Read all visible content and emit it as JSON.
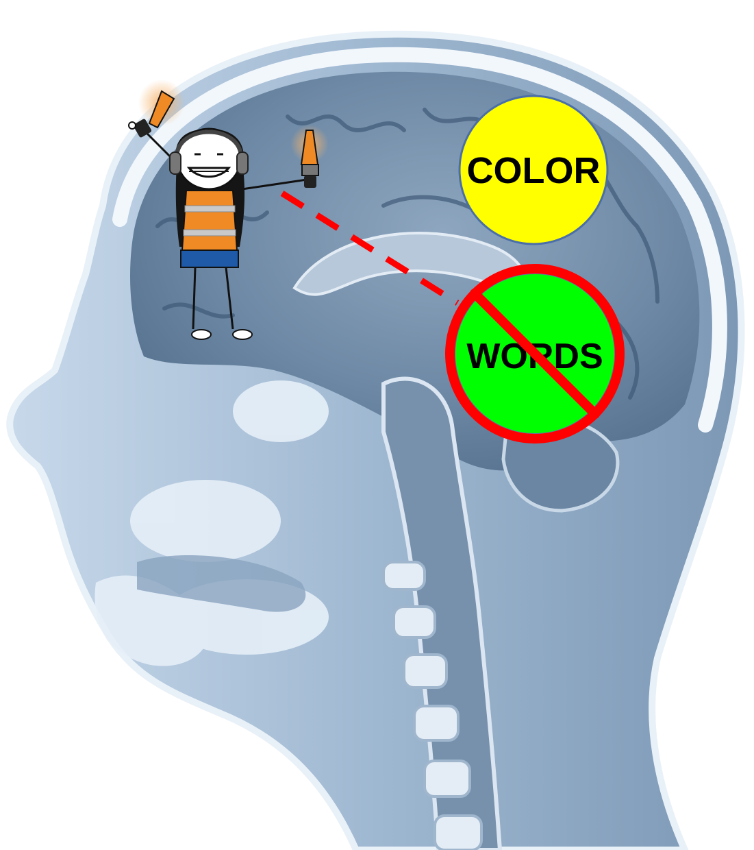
{
  "labels": {
    "color": "COLOR",
    "words": "WORDS"
  },
  "colors": {
    "color_circle": "#ffff00",
    "words_circle": "#00ff00",
    "prohibition": "#ff0000",
    "dashed_line": "#ff0000",
    "scan_dark": "#5b7a99",
    "scan_light": "#dbe6f2",
    "vest": "#f08a24",
    "skirt": "#1e5aa8",
    "wand_light": "#f5b26b"
  },
  "icons": {
    "prohibition": "prohibition-icon",
    "character": "signaller-character"
  },
  "prohibition_active": true
}
